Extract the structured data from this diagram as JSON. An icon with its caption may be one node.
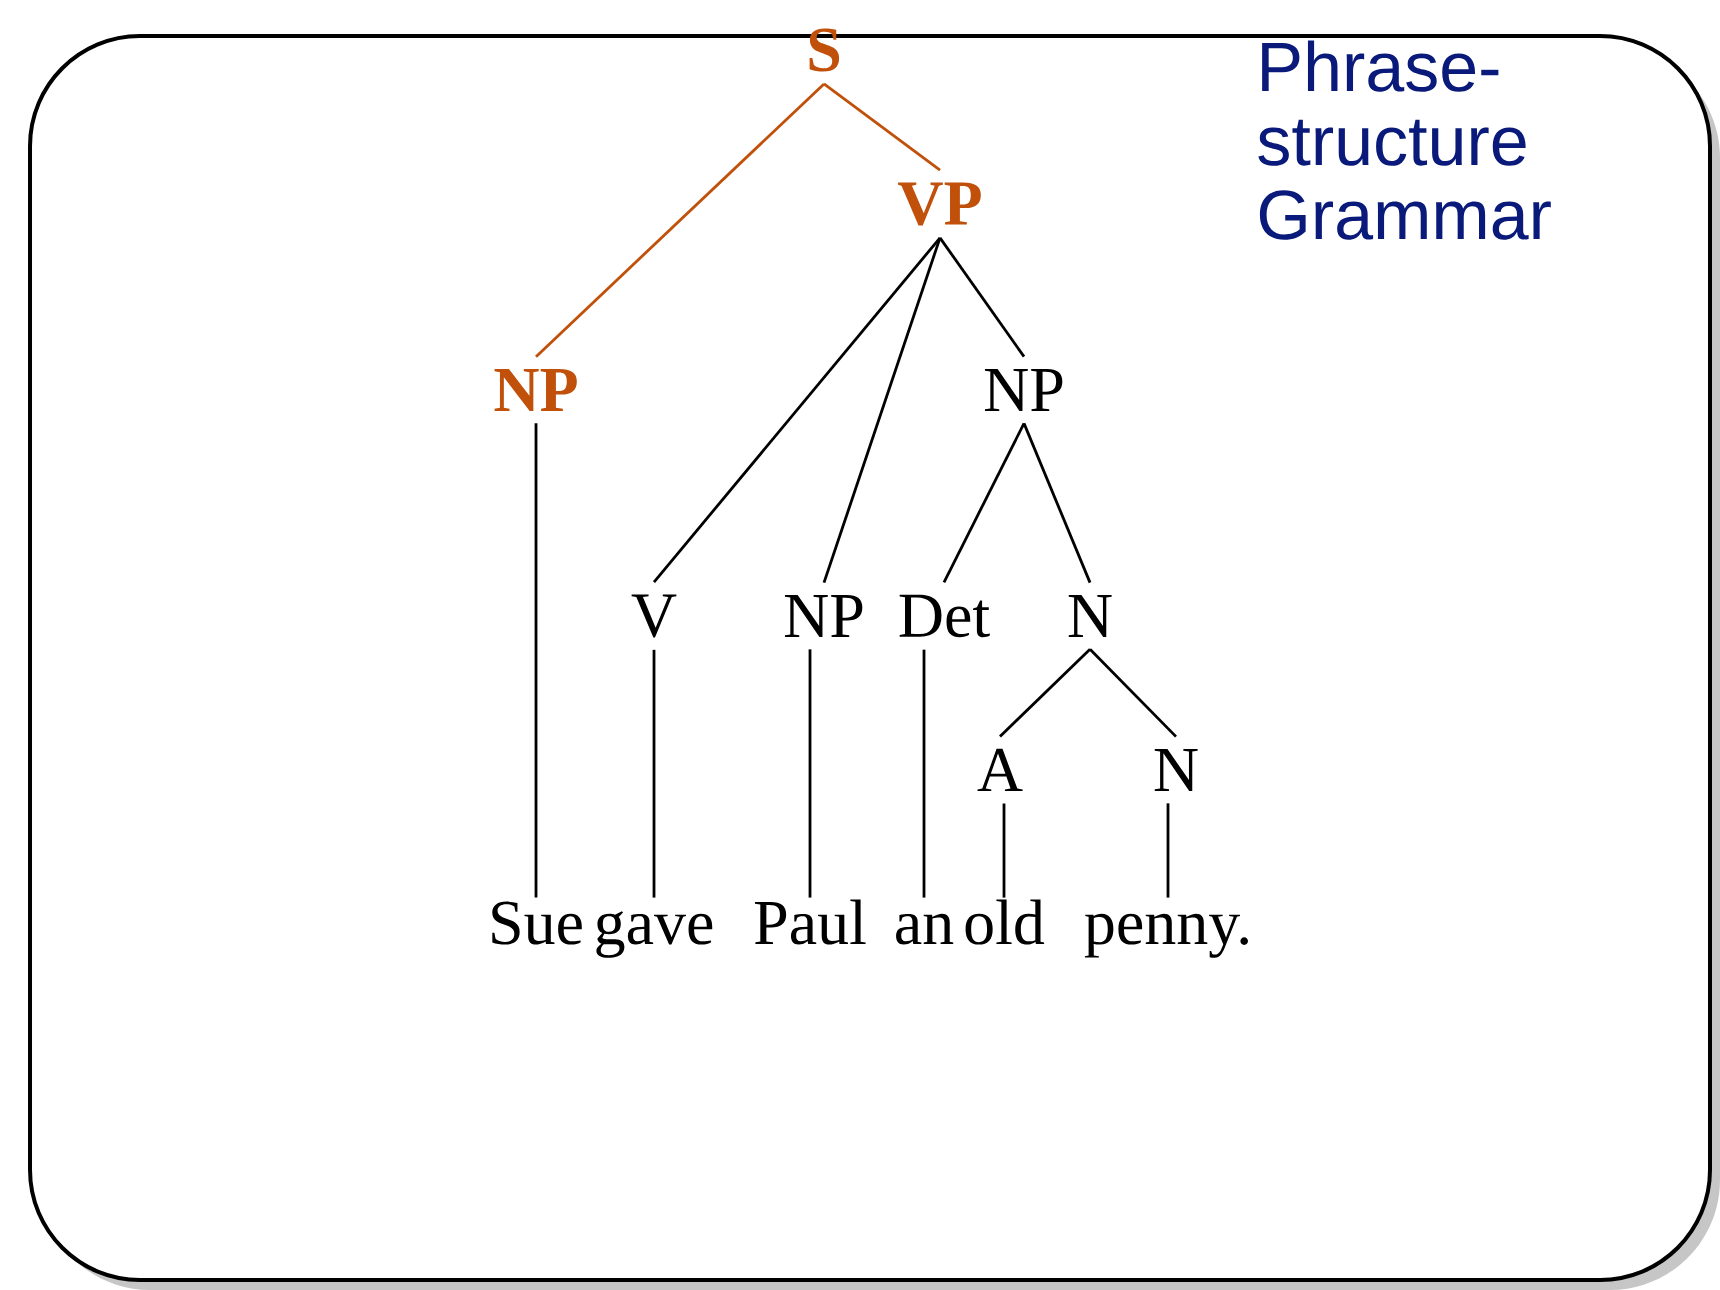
{
  "diagram": {
    "title": "Phrase-structure Grammar",
    "nodes": [
      {
        "text": [
          "S"
        ]
      },
      {
        "text": [
          "VP"
        ]
      },
      {
        "text": [
          "NP"
        ]
      },
      {
        "text": [
          "NP"
        ]
      },
      {
        "text": [
          "V"
        ]
      },
      {
        "text": [
          "NP"
        ]
      },
      {
        "text": [
          "Det"
        ]
      },
      {
        "text": [
          "N"
        ]
      },
      {
        "text": [
          "A"
        ]
      },
      {
        "text": [
          "N"
        ]
      },
      {
        "text": [
          "Sue"
        ]
      },
      {
        "text": [
          "gave"
        ]
      },
      {
        "text": [
          "Paul"
        ]
      },
      {
        "text": [
          "an"
        ]
      },
      {
        "text": [
          "old"
        ]
      },
      {
        "text": [
          "penny."
        ]
      }
    ],
    "edges": [
      {
        "from": 0,
        "to": 1,
        "arrow": "none",
        "color": "#c0500a"
      },
      {
        "from": 0,
        "to": 2,
        "arrow": "none",
        "color": "#c0500a"
      },
      {
        "from": 1,
        "to": 4,
        "arrow": "none"
      },
      {
        "from": 1,
        "to": 5,
        "arrow": "none"
      },
      {
        "from": 1,
        "to": 3,
        "arrow": "none"
      },
      {
        "from": 3,
        "to": 6,
        "arrow": "none"
      },
      {
        "from": 3,
        "to": 7,
        "arrow": "none"
      },
      {
        "from": 7,
        "to": 8,
        "arrow": "none"
      },
      {
        "from": 7,
        "to": 9,
        "arrow": "none"
      },
      {
        "from": 2,
        "to": 10,
        "arrow": "none"
      },
      {
        "from": 4,
        "to": 11,
        "arrow": "none"
      },
      {
        "from": 5,
        "to": 12,
        "arrow": "none"
      },
      {
        "from": 6,
        "to": 13,
        "arrow": "none"
      },
      {
        "from": 8,
        "to": 14,
        "arrow": "none"
      },
      {
        "from": 9,
        "to": 15,
        "arrow": "none"
      }
    ]
  }
}
